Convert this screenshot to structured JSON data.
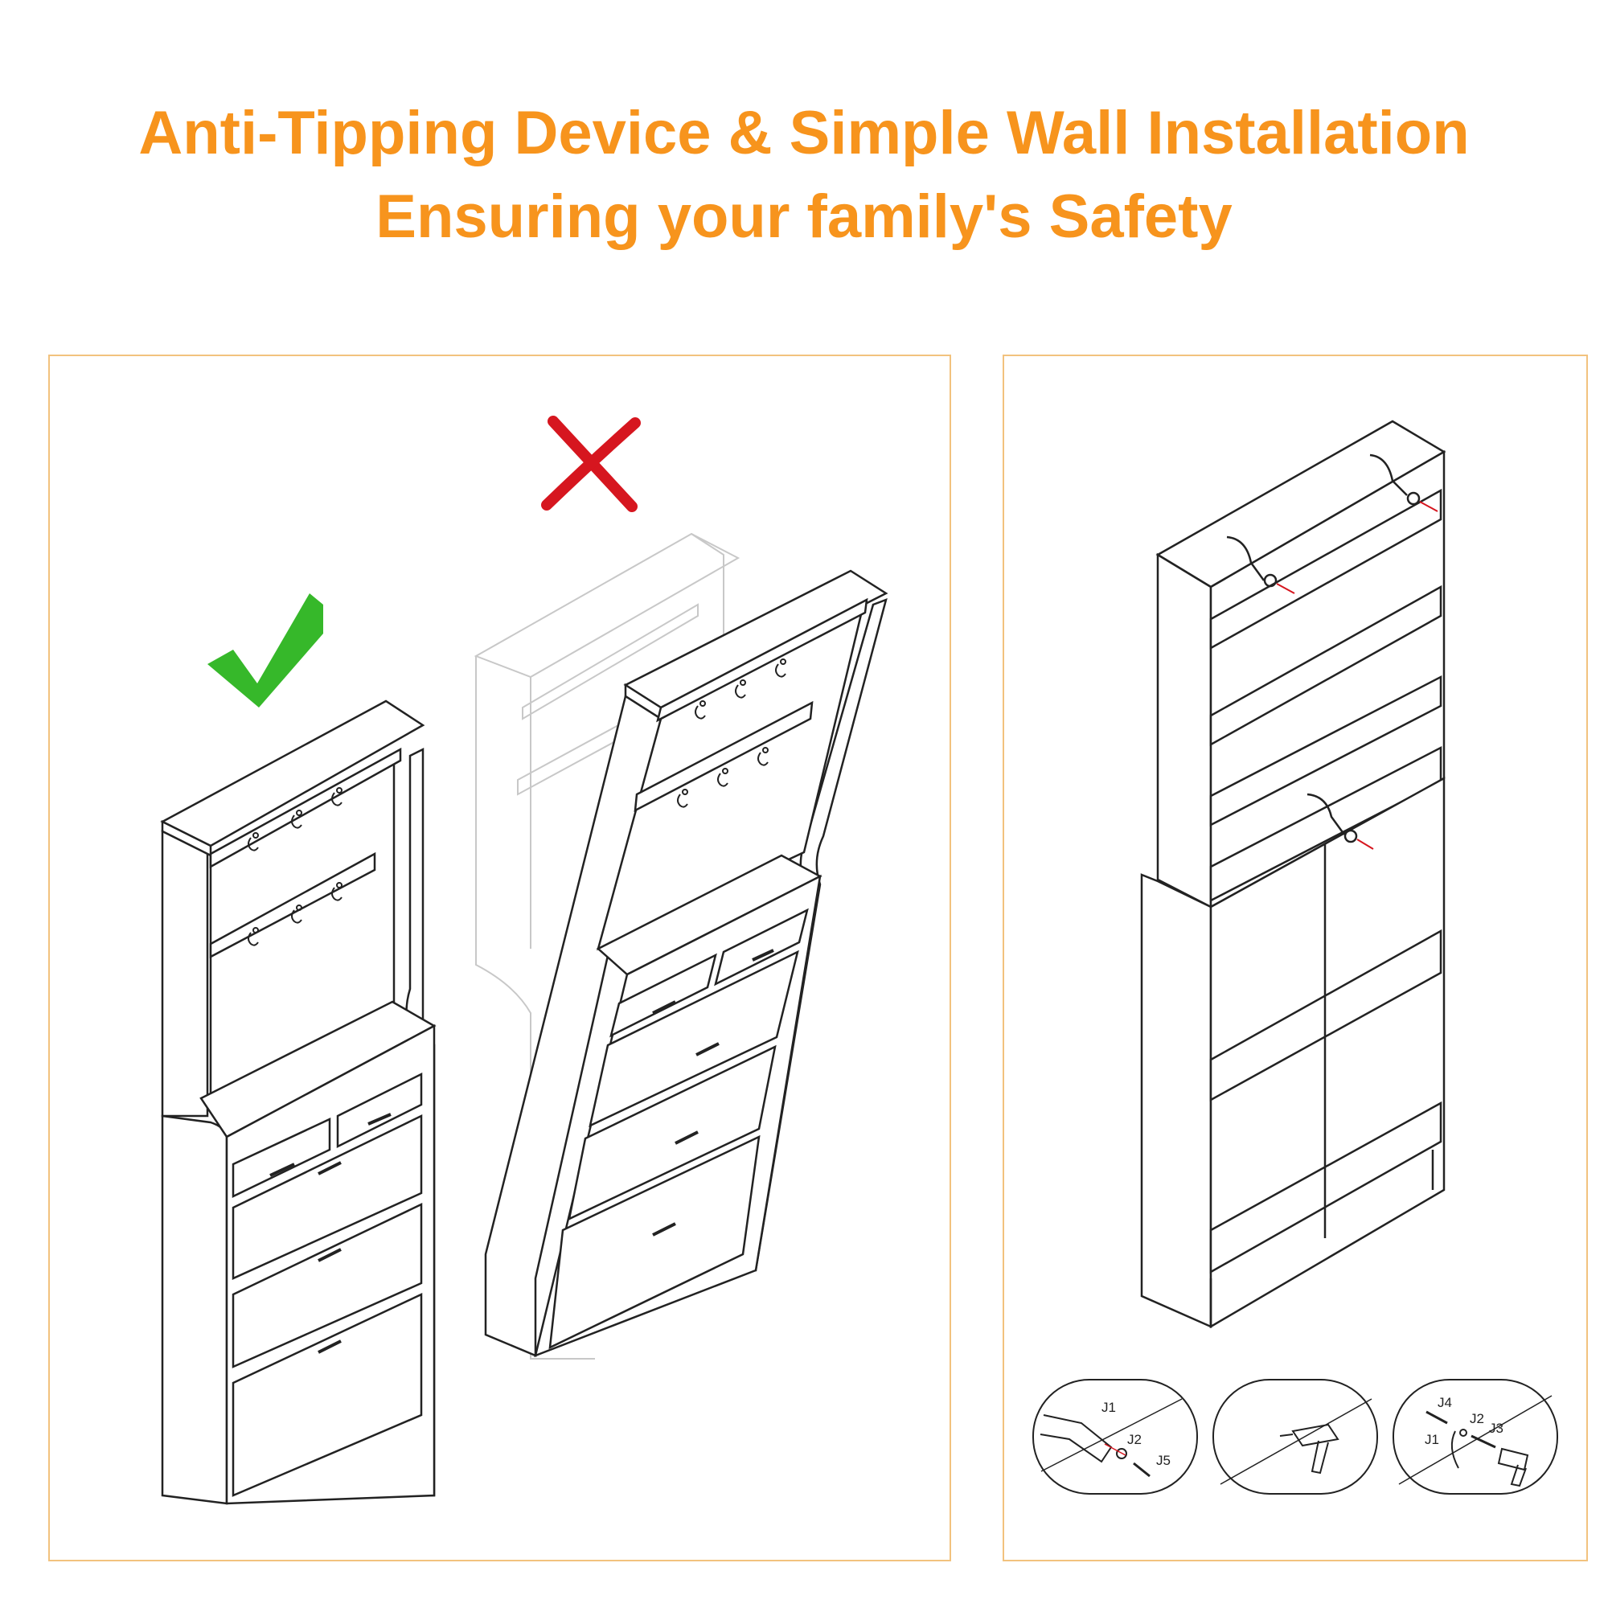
{
  "header": {
    "title_line1": "Anti-Tipping Device & Simple Wall Installation",
    "title_line2": "Ensuring your family's Safety"
  },
  "colors": {
    "title": "#f7941d",
    "panel_border": "#f2c27e",
    "correct_mark": "#36b82a",
    "wrong_mark": "#d6161f",
    "line_art": "#222222"
  },
  "icons": {
    "correct": "check-mark-icon",
    "wrong": "x-mark-icon"
  },
  "detail_views": {
    "view1": {
      "labels": [
        "J1",
        "J2",
        "J5"
      ]
    },
    "view3": {
      "labels": [
        "J4",
        "J2",
        "J3",
        "J1"
      ]
    }
  }
}
